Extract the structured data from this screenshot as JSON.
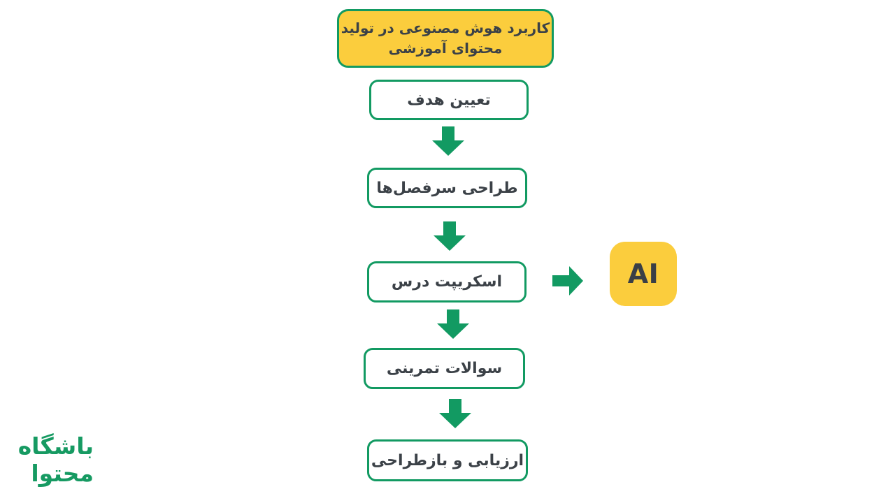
{
  "title": {
    "line1": "کاربرد هوش مصنوعی در تولید",
    "line2": "محتوای آموزشی"
  },
  "steps": [
    {
      "label": "تعیین هدف"
    },
    {
      "label": "طراحی سرفصل‌ها"
    },
    {
      "label": "اسکریپت درس"
    },
    {
      "label": "سوالات تمرینی"
    },
    {
      "label": "ارزیابی و بازطراحی"
    }
  ],
  "ai_badge": {
    "label": "AI"
  },
  "logo": {
    "line1": "باشگاه",
    "line2": "محتوا"
  },
  "colors": {
    "green": "#129a62",
    "yellow": "#fbcd3d",
    "text_dark": "#3b4147",
    "background": "#ffffff"
  }
}
